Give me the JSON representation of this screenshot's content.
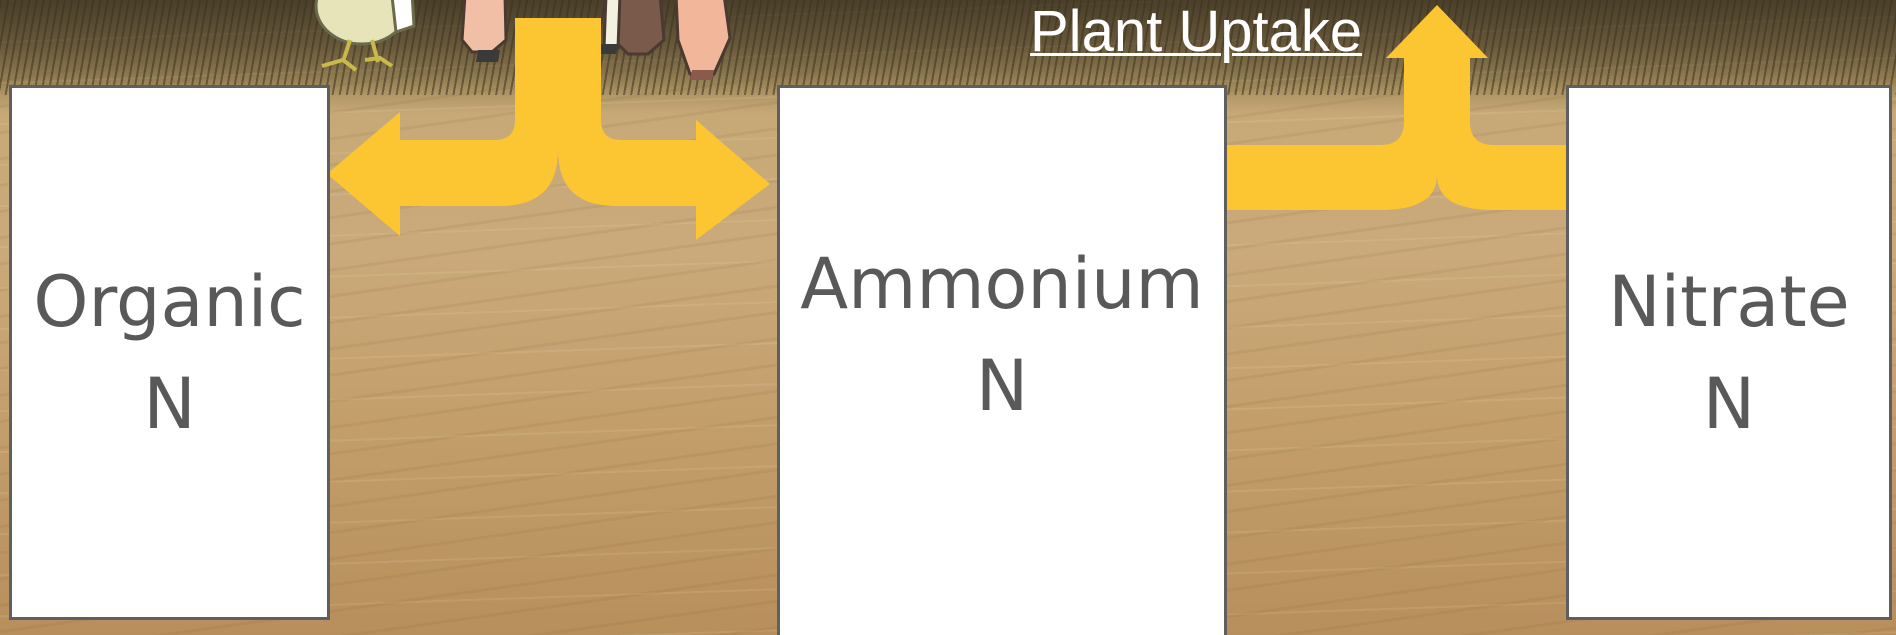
{
  "boxes": {
    "organic": "Organic\nN",
    "ammonium": "Ammonium\nN",
    "nitrate": "Nitrate\nN"
  },
  "labels": {
    "plant_uptake": "Plant Uptake"
  },
  "colors": {
    "arrow": "#fbc631",
    "box_fill": "#ffffff",
    "box_border": "#5f5f5f",
    "box_text": "#595959",
    "label_text": "#ffffff"
  },
  "icons": [
    "chicken-icon",
    "cow-icon"
  ]
}
